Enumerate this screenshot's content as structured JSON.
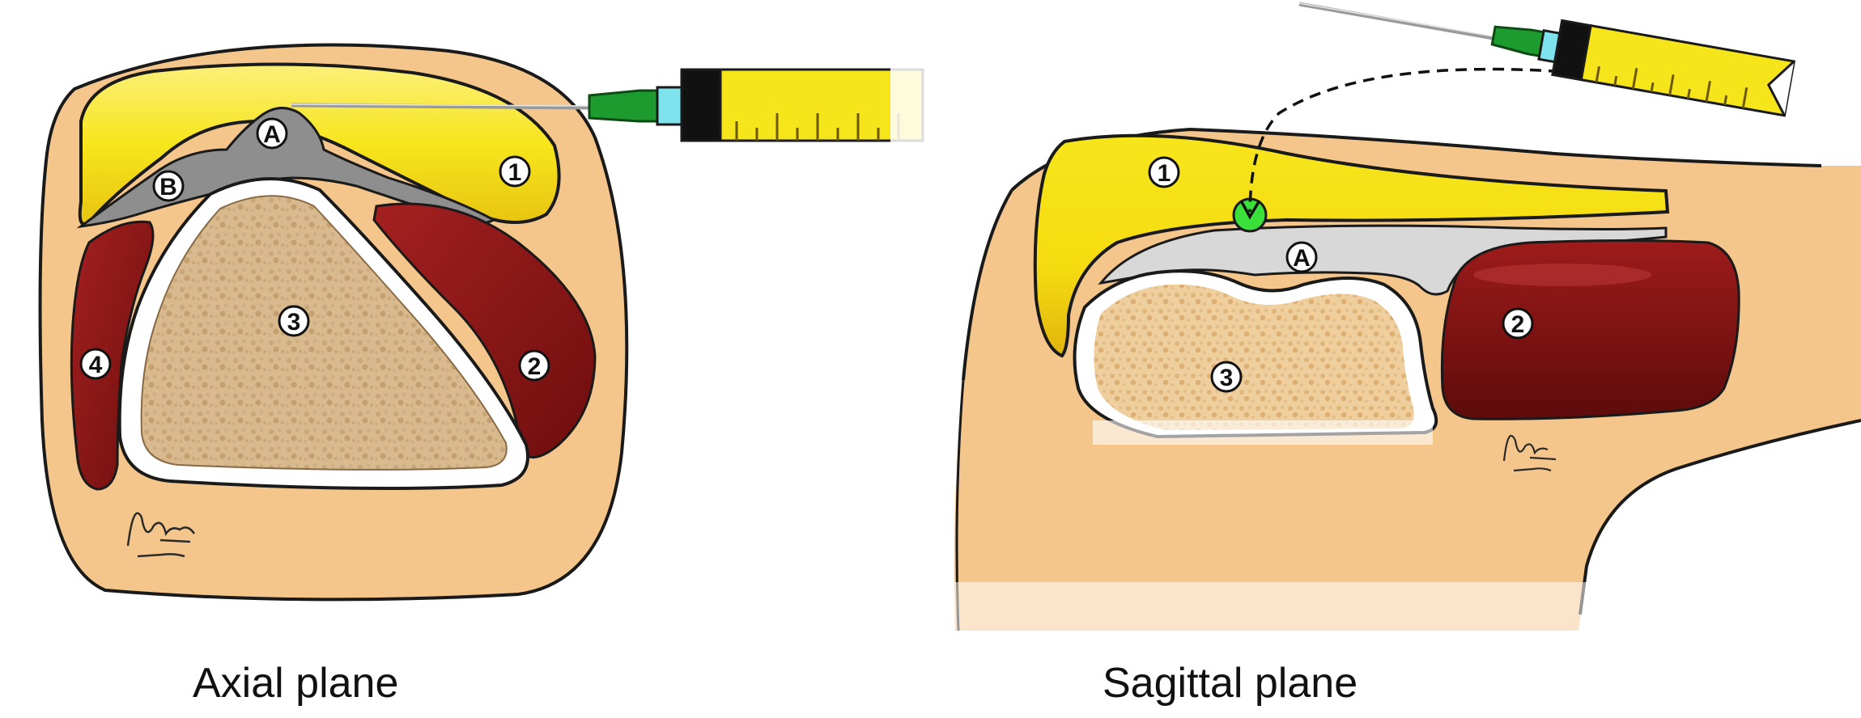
{
  "panels": {
    "axial": {
      "caption": "Axial plane",
      "labels": {
        "A": "A",
        "B": "B",
        "n1": "1",
        "n2": "2",
        "n3": "3",
        "n4": "4"
      }
    },
    "sagittal": {
      "caption": "Sagittal plane",
      "labels": {
        "A": "A",
        "n1": "1",
        "n2": "2",
        "n3": "3"
      }
    }
  },
  "colors": {
    "skin": "#F5C68B",
    "fat_yellow": "#F7E51C",
    "muscle_red": "#8B1515",
    "bone": "#D9B98E",
    "bursa_gray": "#8E8E8E",
    "bursa_light": "#D8D8D8",
    "injection_target": "#3BE03B",
    "syringe_fluid": "#F7E51C",
    "needle_hub": "#1E9B2E"
  },
  "signature": {
    "style": "handwritten",
    "text": "Alvarez"
  }
}
